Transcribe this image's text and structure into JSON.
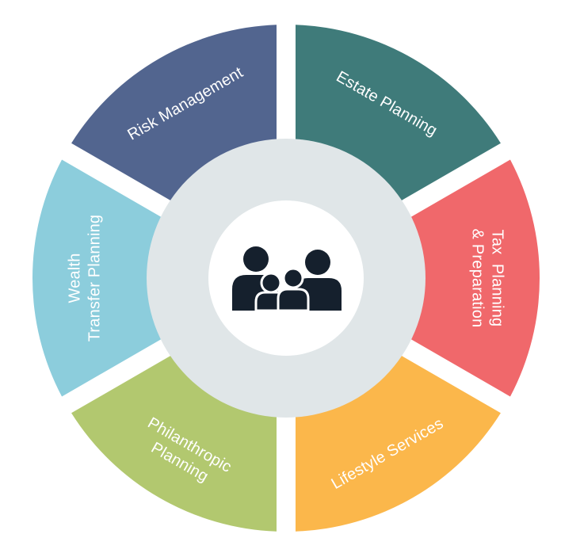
{
  "segments": [
    {
      "label": "Estate Planning",
      "color": "#3f7b7a"
    },
    {
      "label": "Tax  Planning\n& Preparation",
      "color": "#f0686b"
    },
    {
      "label": "Lifestyle Services",
      "color": "#fbb74b"
    },
    {
      "label": "Philanthropic\nPlanning",
      "color": "#b2c86f"
    },
    {
      "label": "Wealth\nTransfer Planning",
      "color": "#8ccddc"
    },
    {
      "label": "Risk Management",
      "color": "#52658f"
    }
  ],
  "center": {
    "ring_color": "#e0e6e8",
    "inner_color": "#ffffff",
    "icon": "family-icon",
    "icon_color": "#15202d"
  }
}
